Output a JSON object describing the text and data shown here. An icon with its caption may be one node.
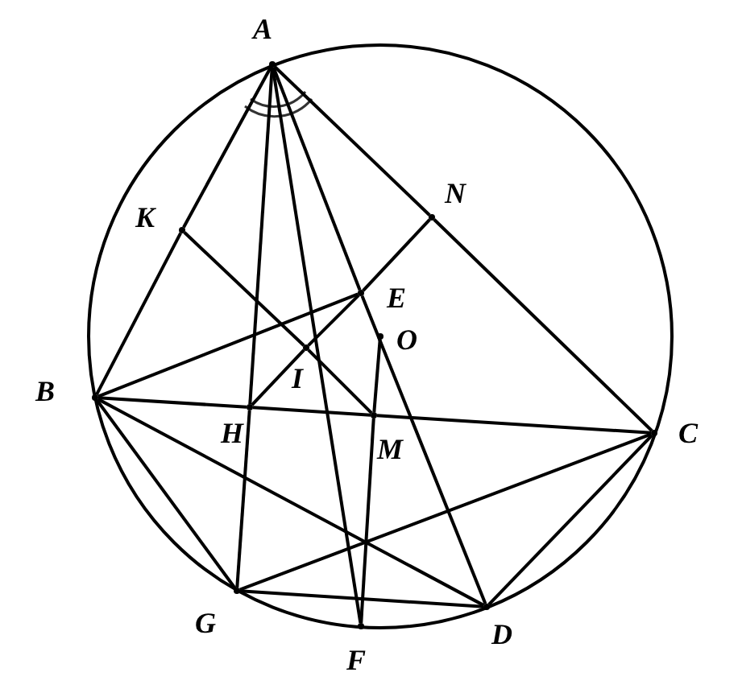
{
  "diagram": {
    "nodes": [
      {
        "text": [
          "A"
        ]
      },
      {
        "text": [
          "K"
        ]
      },
      {
        "text": [
          "N"
        ]
      },
      {
        "text": [
          "E"
        ]
      },
      {
        "text": [
          "O"
        ]
      },
      {
        "text": [
          "I"
        ]
      },
      {
        "text": [
          "B"
        ]
      },
      {
        "text": [
          "H"
        ]
      },
      {
        "text": [
          "M"
        ]
      },
      {
        "text": [
          "C"
        ]
      },
      {
        "text": [
          "G"
        ]
      },
      {
        "text": [
          "F"
        ]
      },
      {
        "text": [
          "D"
        ]
      }
    ],
    "edges": [
      {
        "from": 0,
        "to": 1,
        "arrow": "none"
      },
      {
        "from": 1,
        "to": 6,
        "arrow": "none"
      },
      {
        "from": 0,
        "to": 2,
        "arrow": "none"
      },
      {
        "from": 2,
        "to": 9,
        "arrow": "none"
      },
      {
        "from": 0,
        "to": 7,
        "arrow": "none"
      },
      {
        "from": 7,
        "to": 10,
        "arrow": "none"
      },
      {
        "from": 0,
        "to": 11,
        "arrow": "none"
      },
      {
        "from": 0,
        "to": 3,
        "arrow": "none"
      },
      {
        "from": 3,
        "to": 12,
        "arrow": "none"
      },
      {
        "from": 1,
        "to": 5,
        "arrow": "none"
      },
      {
        "from": 5,
        "to": 8,
        "arrow": "none"
      },
      {
        "from": 2,
        "to": 3,
        "arrow": "none"
      },
      {
        "from": 3,
        "to": 5,
        "arrow": "none"
      },
      {
        "from": 5,
        "to": 7,
        "arrow": "none"
      },
      {
        "from": 6,
        "to": 3,
        "arrow": "none"
      },
      {
        "from": 6,
        "to": 7,
        "arrow": "none"
      },
      {
        "from": 7,
        "to": 8,
        "arrow": "none"
      },
      {
        "from": 8,
        "to": 9,
        "arrow": "none"
      },
      {
        "from": 4,
        "to": 8,
        "arrow": "none"
      },
      {
        "from": 8,
        "to": 11,
        "arrow": "none"
      },
      {
        "from": 6,
        "to": 10,
        "arrow": "none"
      },
      {
        "from": 6,
        "to": 12,
        "arrow": "none"
      },
      {
        "from": 10,
        "to": 9,
        "arrow": "none"
      },
      {
        "from": 10,
        "to": 12,
        "arrow": "none"
      },
      {
        "from": 12,
        "to": 9,
        "arrow": "none"
      }
    ]
  }
}
